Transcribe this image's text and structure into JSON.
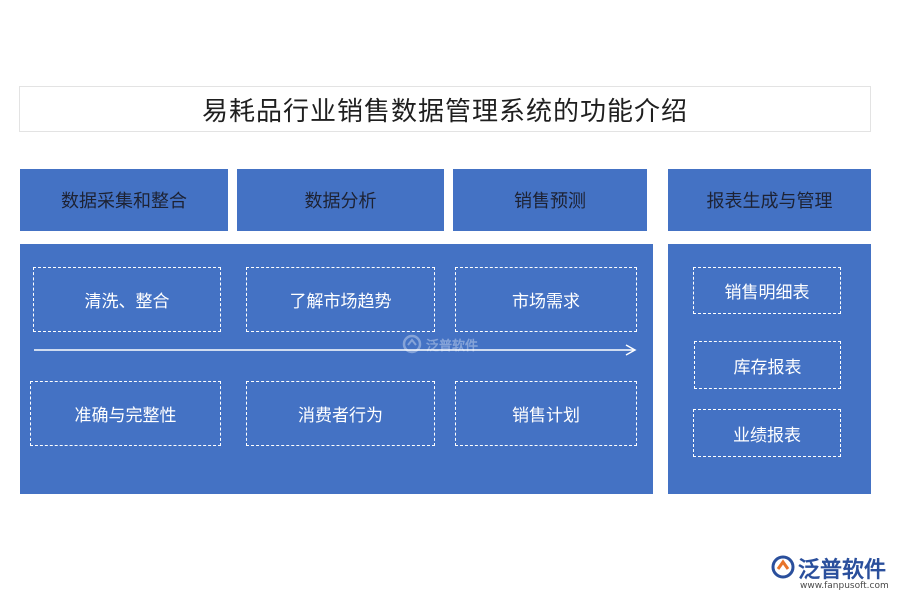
{
  "title": "易耗品行业销售数据管理系统的功能介绍",
  "headers": {
    "col1": "数据采集和整合",
    "col2": "数据分析",
    "col3": "销售预测",
    "col4": "报表生成与管理"
  },
  "left_panel": {
    "row1": [
      "清洗、整合",
      "了解市场趋势",
      "市场需求"
    ],
    "row2": [
      "准确与完整性",
      "消费者行为",
      "销售计划"
    ]
  },
  "right_panel": {
    "items": [
      "销售明细表",
      "库存报表",
      "业绩报表"
    ]
  },
  "watermark": "泛普软件",
  "brand": {
    "name": "泛普软件",
    "url": "www.fanpusoft.com"
  },
  "colors": {
    "panel_blue": "#4472c4",
    "title_border": "#e3e3e3",
    "brand_blue": "#2a4f9c"
  }
}
